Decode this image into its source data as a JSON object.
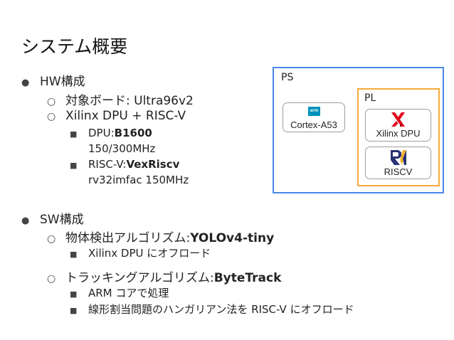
{
  "slide": {
    "title": "システム概要",
    "hw": {
      "label": "HW構成",
      "board": "対象ボード: Ultra96v2",
      "config": "Xilinx DPU + RISC-V",
      "dpu_prefix": "DPU: ",
      "dpu_value": "B1600",
      "dpu_freq": "150/300MHz",
      "riscv_prefix": "RISC-V: ",
      "riscv_value": "VexRiscv",
      "riscv_spec": "rv32imfac 150MHz"
    },
    "sw": {
      "label": "SW構成",
      "detect_prefix": "物体検出アルゴリズム: ",
      "detect_value": "YOLOv4-tiny",
      "detect_offload": "Xilinx DPU にオフロード",
      "track_prefix": "トラッキングアルゴリズム: ",
      "track_value": "ByteTrack",
      "track_arm": "ARM コアで処理",
      "track_offload": "線形割当問題のハンガリアン法を RISC-V にオフロード"
    }
  },
  "diagram": {
    "ps_label": "PS",
    "pl_label": "PL",
    "cortex_label": "Cortex-A53",
    "arm_logo_text": "arm",
    "dpu_label": "Xilinx DPU",
    "riscv_label": "RISCV",
    "icons": [
      "arm-logo-icon",
      "xilinx-logo-icon",
      "riscv-logo-icon"
    ],
    "colors": {
      "ps_border": "#4a86e8",
      "pl_border": "#f6a93b",
      "arm": "#0091bd",
      "xilinx": "#e0001b",
      "riscv_blue": "#283272",
      "riscv_yellow": "#f2b131"
    }
  }
}
